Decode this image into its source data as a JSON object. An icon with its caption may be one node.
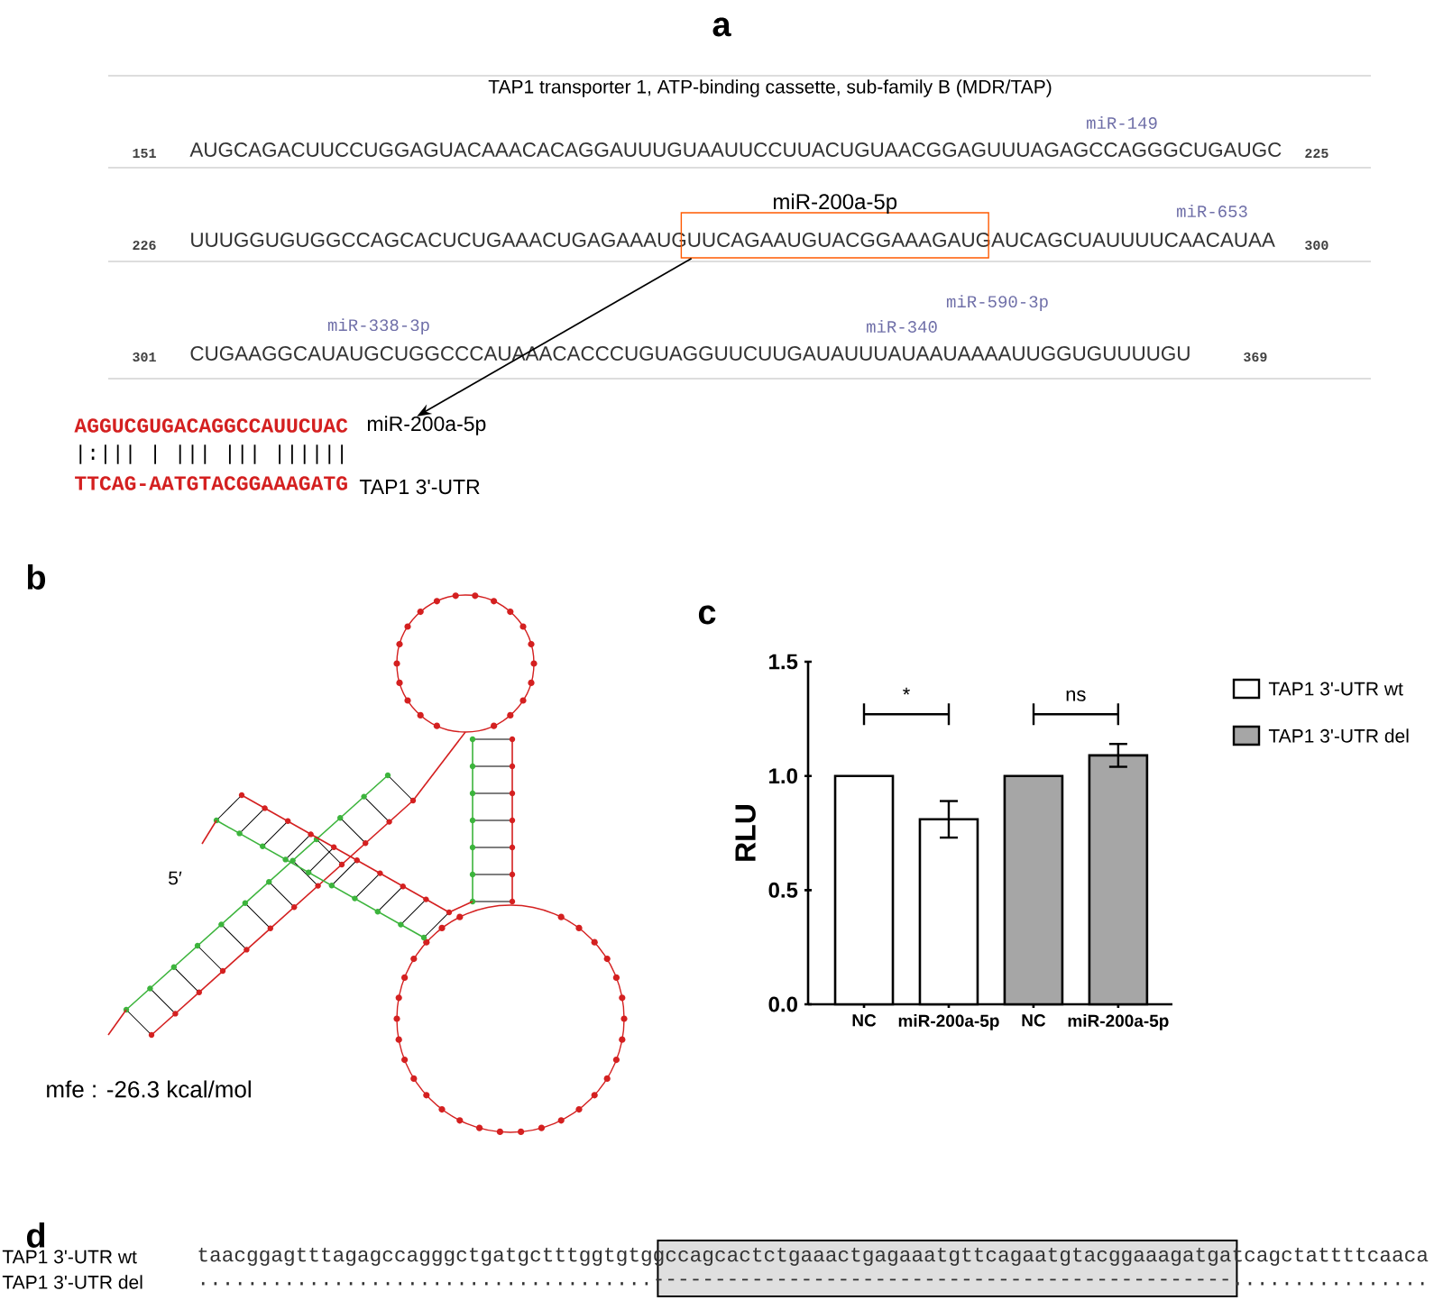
{
  "diagram": {
    "title": "TAP1 transporter 1, ATP-binding cassette, sub-family B (MDR/TAP)",
    "nodes": [
      {
        "text": [],
        "shape": "box",
        "beside": [
          "miR-200a-5p"
        ]
      },
      {
        "text": [
          "AGGUCGUGACAGGCCAUUCUAC"
        ]
      }
    ],
    "edges": [
      {
        "from": 0,
        "to": 1,
        "arrow": "to"
      }
    ],
    "labels": [
      "a",
      "miR-149",
      "151",
      "AUGCAGACUUCCUGGAGUACAAACACAGGAUUUGUAAUUCCUUACUGUAACGGAGUUUAGAGCCAGGGCUGAUGC",
      "225",
      "miR-653",
      "226",
      "UUUGGUGUGGCCAGCACUCUGAAACUGAGAAAUGUUCAGAAUGUACGGAAAGAUGAUCAGCUAUUUUCAACAUAA",
      "300",
      "miR-590-3p",
      "miR-338-3p",
      "miR-340",
      "301",
      "CUGAAGGCAUAUGCUGGCCCAUAAACACCCUGUAGGUUCUUGAUAUUUAUAAUAAAAUUGGUGUUUUGU",
      "369",
      "miR-200a-5p",
      "|:||| | ||| ||| ||||||",
      "TTCAG-AATGTACGGAAAGATG",
      "TAP1 3'-UTR",
      "b",
      "5′",
      "mfe : -26.3 kcal/mol",
      "c",
      "d",
      "TAP1 3'-UTR wt",
      "taacggagtttagagccagggctgatgctttggtgtggccagcactctgaaactgagaaatgttcagaatgtacggaaagatgatcagctattttcaaca",
      "TAP1 3'-UTR del",
      ".....................................-----------------------------------------------................"
    ],
    "chart_data": {
      "type": "bar",
      "ylabel": "RLU",
      "categories": [
        "NC",
        "miR-200a-5p",
        "NC",
        "miR-200a-5p"
      ],
      "series": [
        {
          "name": "TAP1 3'-UTR wt",
          "color": "#ffffff",
          "values": [
            1.0,
            0.81,
            null,
            null
          ],
          "errors": [
            null,
            0.08,
            null,
            null
          ]
        },
        {
          "name": "TAP1 3'-UTR del",
          "color": "#a6a6a6",
          "values": [
            null,
            null,
            1.0,
            1.09
          ],
          "errors": [
            null,
            null,
            null,
            0.05
          ]
        }
      ],
      "legend": "right",
      "ylim": [
        0,
        1.5
      ],
      "yticks": [
        {
          "value": 0,
          "label": "0.0"
        },
        {
          "value": 0.5,
          "label": "0.5"
        },
        {
          "value": 1.0,
          "label": "1.0"
        },
        {
          "value": 1.5,
          "label": "1.5"
        }
      ],
      "annotations": [
        "*",
        "ns"
      ]
    }
  }
}
